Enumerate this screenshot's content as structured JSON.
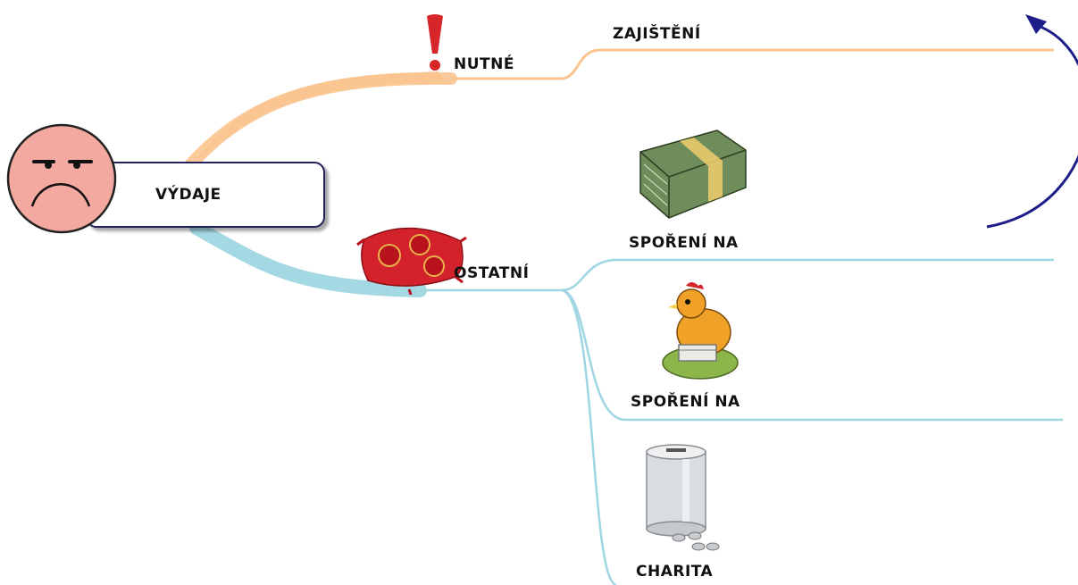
{
  "root": {
    "label": "VÝDAJE",
    "icon": "sad-face-icon"
  },
  "branches": {
    "nutne": {
      "label": "NUTNÉ",
      "icon": "exclamation-icon",
      "color": "#f9c48f"
    },
    "ostatni": {
      "label": "OSTATNÍ",
      "icon": "cushion-icon",
      "color": "#9fd6e2"
    }
  },
  "subtopics": {
    "zajisteni": {
      "label": "ZAJIŠTĚNÍ"
    },
    "sporeni_1": {
      "label": "SPOŘENÍ NA",
      "icon": "money-stack-icon"
    },
    "sporeni_2": {
      "label": "SPOŘENÍ NA",
      "icon": "hen-on-money-icon"
    },
    "charita": {
      "label": "CHARITA",
      "icon": "charity-can-icon"
    }
  },
  "colors": {
    "root_border": "#20205a",
    "face_fill": "#f4a9a0",
    "arrow": "#1d1d8a"
  }
}
